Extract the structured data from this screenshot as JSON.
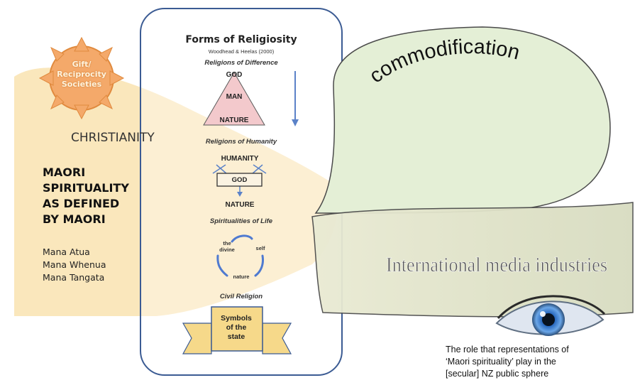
{
  "sun": {
    "label_lines": [
      "Gift/",
      "Reciprocity",
      "Societies"
    ],
    "color": "#f4a96a"
  },
  "christianity_label": "CHRISTIANITY",
  "maori": {
    "title_lines": [
      "MAORI",
      "SPIRITUALITY",
      "AS DEFINED",
      "BY MAORI"
    ],
    "mana": [
      "Mana Atua",
      "Mana Whenua",
      "Mana Tangata"
    ]
  },
  "forms": {
    "title": "Forms of Religiosity",
    "subtitle": "Woodhead & Heelas (2000)",
    "difference": {
      "heading": "Religions of Difference",
      "top": "GOD",
      "middle": "MAN",
      "bottom": "NATURE"
    },
    "humanity": {
      "heading": "Religions of Humanity",
      "top": "HUMANITY",
      "box": "GOD",
      "bottom": "NATURE"
    },
    "life": {
      "heading": "Spiritualities of Life",
      "divine_lines": [
        "the",
        "divine"
      ],
      "self": "self",
      "nature": "nature"
    },
    "civil": {
      "heading": "Civil Religion",
      "symbols_lines": [
        "Symbols",
        "of the",
        "state"
      ]
    }
  },
  "commodification": "commodification",
  "media": "International media industries",
  "role_lines": [
    "The role that representations of",
    "‘Maori spirituality’ play in the",
    "[secular]  NZ public sphere"
  ],
  "colors": {
    "panel_border": "#3b5b93",
    "cream": "#f9e3b0",
    "green_bubble": "#e4efd6",
    "triangle": "#f3c9cc",
    "arrow_blue": "#5b82c8",
    "banner": "#f6d98a"
  }
}
